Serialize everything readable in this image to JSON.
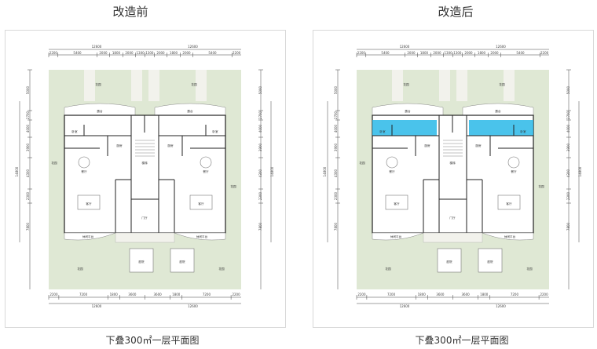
{
  "before": {
    "title": "改造前",
    "caption": "下叠300㎡一层平面图"
  },
  "after": {
    "title": "改造后",
    "caption": "下叠300㎡一层平面图"
  },
  "dims": {
    "top_total_left": "12600",
    "top_total_right": "12600",
    "top_segments": [
      "2200",
      "5400",
      "2000",
      "1800",
      "2000",
      "1300",
      "1300",
      "2000",
      "1800",
      "2000",
      "5400",
      "2200"
    ],
    "bottom_segments": [
      "2200",
      "7200",
      "1800",
      "3600",
      "3600",
      "1800",
      "7200",
      "2200"
    ],
    "bottom_total_left": "12600",
    "bottom_total_right": "12600",
    "left_segments": [
      "5000",
      "2700",
      "4000",
      "3900",
      "4300",
      "2300",
      "7800"
    ],
    "right_segments": [
      "5000",
      "2700",
      "4000",
      "3900",
      "4300",
      "2300",
      "7800"
    ],
    "side_total": "14800"
  },
  "rooms": {
    "garden": "花园",
    "terrace": "露台",
    "bedroom": "卧室",
    "dining": "餐厅",
    "living": "客厅",
    "kitchen": "厨房",
    "stair": "楼梯",
    "hall": "门厅",
    "leisure": "休闲平台",
    "courtyard": "庭院"
  },
  "colors": {
    "garden": "#dfe8d4",
    "plan_bg": "#ffffff",
    "wall": "#222222",
    "highlight": "#2ab8e8"
  }
}
